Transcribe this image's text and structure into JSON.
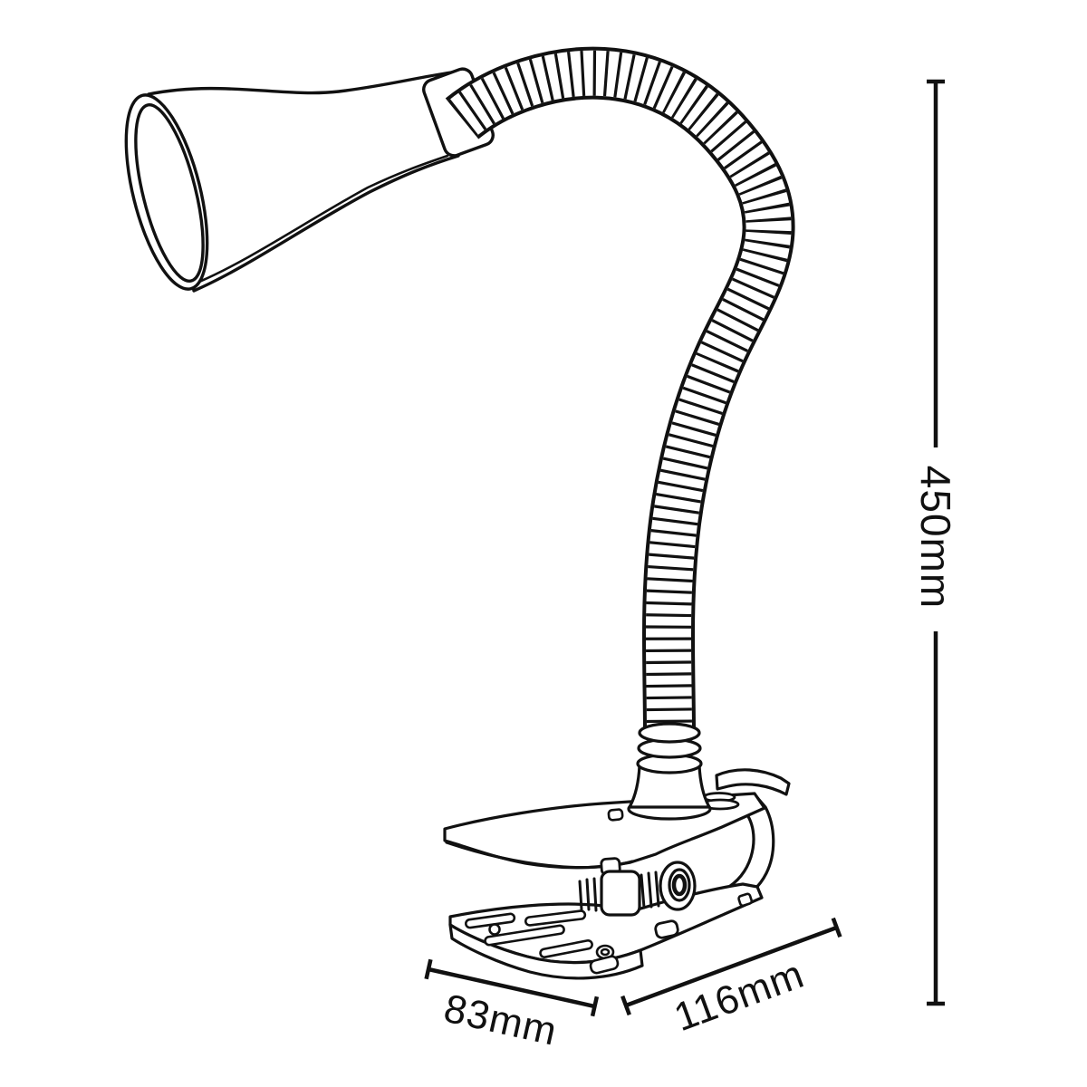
{
  "diagram": {
    "background_color": "#ffffff",
    "line_color": "#111111",
    "subject": "clip-on flexible gooseneck desk lamp technical drawing",
    "labels": {
      "height": "450mm",
      "clamp_depth": "83mm",
      "clamp_width": "116mm"
    }
  }
}
